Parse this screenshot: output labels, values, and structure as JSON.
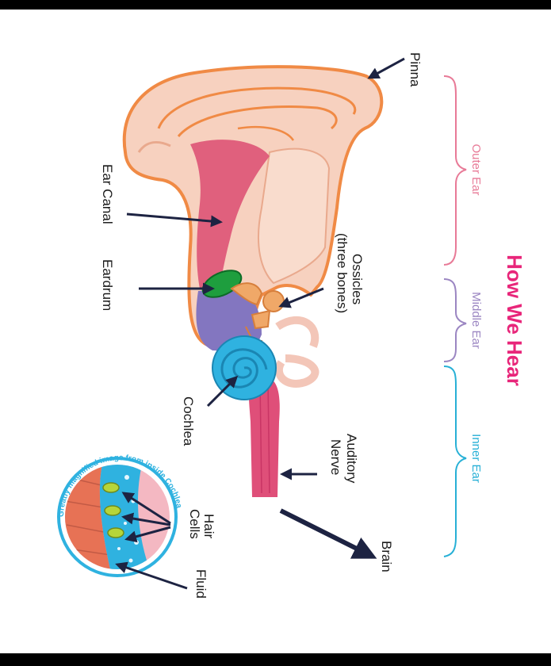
{
  "title": "How We Hear",
  "sections": {
    "outer_ear": "Outer Ear",
    "middle_ear": "Middle Ear",
    "inner_ear": "Inner Ear"
  },
  "labels": {
    "pinna": "Pinna",
    "ear_canal": "Ear Canal",
    "eardrum": "Eardrum",
    "ossicles_line1": "Ossicles",
    "ossicles_line2": "(three bones)",
    "cochlea": "Cochlea",
    "auditory_line1": "Auditory",
    "auditory_line2": "Nerve",
    "hair_line1": "Hair",
    "hair_line2": "Cells",
    "fluid": "Fluid",
    "brain": "Brain",
    "magnified_caption": "Greatly magnified image from inside Cochlea"
  },
  "colors": {
    "title": "#e8267a",
    "outer_ear": "#e87a97",
    "middle_ear": "#9b86c2",
    "inner_ear": "#27b0d6",
    "skin": "#f7d1bf",
    "skin_outline": "#f08a45",
    "canal": "#e0607d",
    "eardrum": "#1e9e3e",
    "ossicles": "#f0a868",
    "middle_cavity": "#8376c0",
    "cochlea": "#2fb2e0",
    "nerve": "#df4f79",
    "arrow": "#1d2342"
  }
}
